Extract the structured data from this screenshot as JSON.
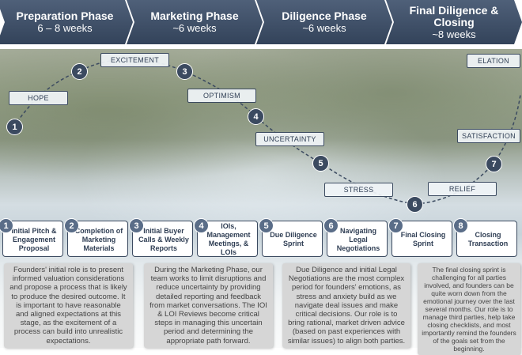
{
  "phases": [
    {
      "title": "Preparation Phase",
      "duration": "6 – 8 weeks"
    },
    {
      "title": "Marketing Phase",
      "duration": "~6 weeks"
    },
    {
      "title": "Diligence Phase",
      "duration": "~6 weeks"
    },
    {
      "title": "Final Diligence & Closing",
      "duration": "~8 weeks"
    }
  ],
  "emotions": [
    "HOPE",
    "EXCITEMENT",
    "OPTIMISM",
    "UNCERTAINTY",
    "STRESS",
    "RELIEF",
    "SATISFACTION",
    "ELATION"
  ],
  "curve_points": [
    "1",
    "2",
    "3",
    "4",
    "5",
    "6",
    "7"
  ],
  "steps": [
    {
      "num": "1",
      "label": "Initial Pitch & Engagement Proposal"
    },
    {
      "num": "2",
      "label": "Completion of Marketing Materials"
    },
    {
      "num": "3",
      "label": "Initial Buyer Calls & Weekly Reports"
    },
    {
      "num": "4",
      "label": "IOIs, Management Meetings, & LOIs"
    },
    {
      "num": "5",
      "label": "Due Diligence Sprint"
    },
    {
      "num": "6",
      "label": "Navigating Legal Negotiations"
    },
    {
      "num": "7",
      "label": "Final Closing Sprint"
    },
    {
      "num": "8",
      "label": "Closing Transaction"
    }
  ],
  "descriptions": [
    "Founders' initial role is to present\ninformed valuation considerations\nand propose a process that is likely\nto produce the desired outcome. It\nis important to have reasonable\nand aligned expectations at this\nstage, as the excitement of a\nprocess can build into unrealistic\nexpectations.",
    "During the Marketing Phase, our\nteam works to limit disruptions and\nreduce uncertainty by providing\ndetailed reporting and feedback\nfrom market conversations. The IOI\n& LOI Reviews become critical\nsteps in managing this uncertain\nperiod and determining the\nappropriate path forward.",
    "Due Diligence and initial Legal\nNegotiations are the most complex\nperiod for founders' emotions, as\nstress and anxiety build as we\nnavigate deal issues and make\ncritical decisions. Our role is to\nbring rational, market driven advice\n(based on past experiences with\nsimilar issues) to align both parties.",
    "The final closing sprint is challenging\nfor all parties involved, and\nfounders can be quite worn down\nfrom the emotional journey over the\nlast several months. Our role is to\nmanage third parties, help take\nclosing checklists, and most\nimportantly remind the founders of\nthe goals set from the beginning."
  ]
}
